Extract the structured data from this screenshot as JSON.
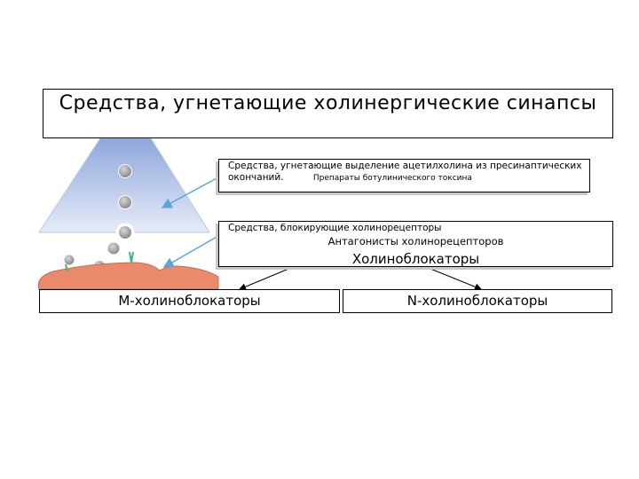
{
  "title": "Средства, угнетающие холинергические синапсы",
  "presynaptic": {
    "text": "Средства, угнетающие выделение ацетилхолина из пресинаптических окончаний.",
    "example": "Препараты ботулинического токсина"
  },
  "receptor_blockers": {
    "line1": "Средства, блокирующие холинорецепторы",
    "line2": "Антагонисты холинорецепторов",
    "line3": "Холиноблокаторы"
  },
  "m_blockers": "М-холиноблокаторы",
  "n_blockers": "N-холиноблокаторы",
  "colors": {
    "terminal_top": "#8fa6dc",
    "terminal_bottom": "#e6ecf8",
    "membrane": "#e98a6a",
    "arrow": "#5aa6d6"
  }
}
